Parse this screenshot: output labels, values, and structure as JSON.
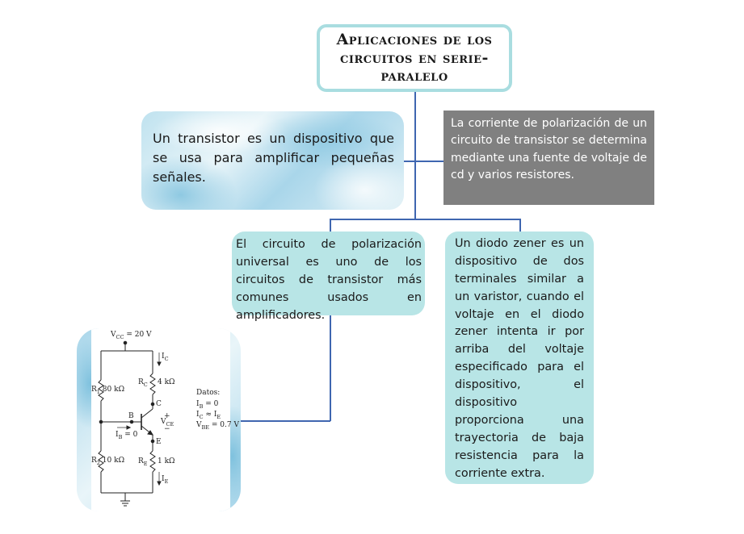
{
  "title": "Aplicaciones de los circuitos en serie-paralelo",
  "transistor_text": "Un transistor es un dispositivo que se usa para amplificar pequeñas señales.",
  "polarization_current_text": "La corriente de polarización de un circuito de transistor se determina mediante una fuente de voltaje de cd y varios resistores.",
  "universal_circuit_text": "El circuito de polarización universal es uno de los circuitos de transistor más comunes usados en amplificadores.",
  "zener_text": "Un diodo zener es un dispositivo de dos terminales similar a un varistor, cuando el voltaje en el diodo zener intenta ir por arriba del voltaje especificado para el dispositivo, el dispositivo proporciona una trayectoria de baja resistencia para la corriente extra.",
  "circuit": {
    "vcc": "= 20 V",
    "r1_value": "80 kΩ",
    "r2_value": "10 kΩ",
    "rc_value": "4 kΩ",
    "re_value": "1 kΩ",
    "node_b": "B",
    "node_c": "C",
    "node_e": "E",
    "ib_value": "= 0",
    "datos_label": "Datos:",
    "datos_ib": "= 0",
    "datos_ic": "≈",
    "datos_vbe": "= 0.7 V",
    "vce_plus": "+",
    "vce_minus": "−"
  },
  "colors": {
    "connector": "#3f66b0",
    "title_border": "#a9dde0",
    "teal_box": "#b8e5e6",
    "gray_box": "#808080"
  }
}
